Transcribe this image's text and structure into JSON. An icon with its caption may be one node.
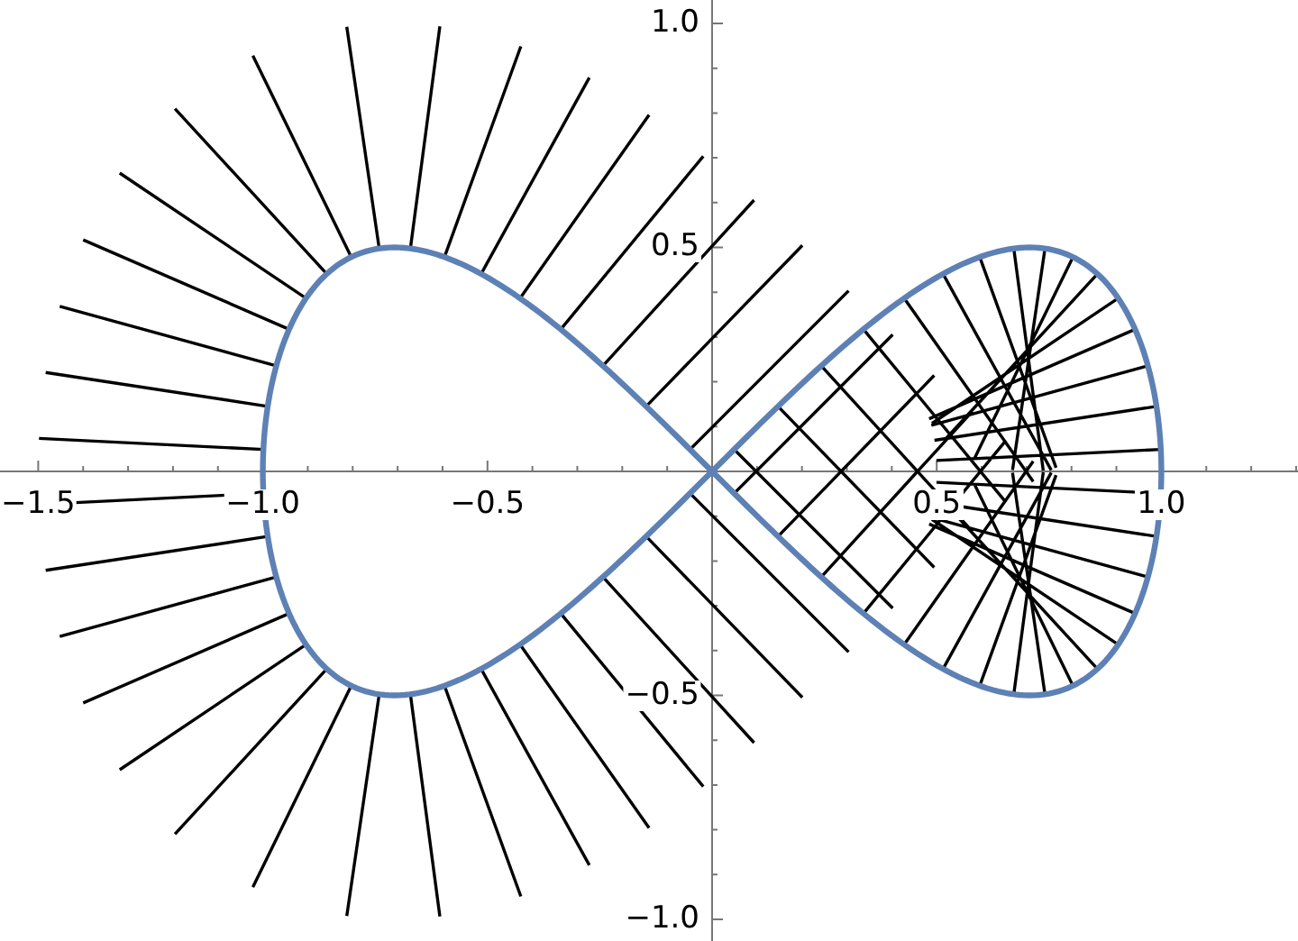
{
  "diagram": {
    "labels": [
      "1.0",
      "0.5",
      "−1.5",
      "−1.0",
      "−0.5",
      "0.5",
      "1.0",
      "−0.5",
      "−1.0"
    ]
  }
}
